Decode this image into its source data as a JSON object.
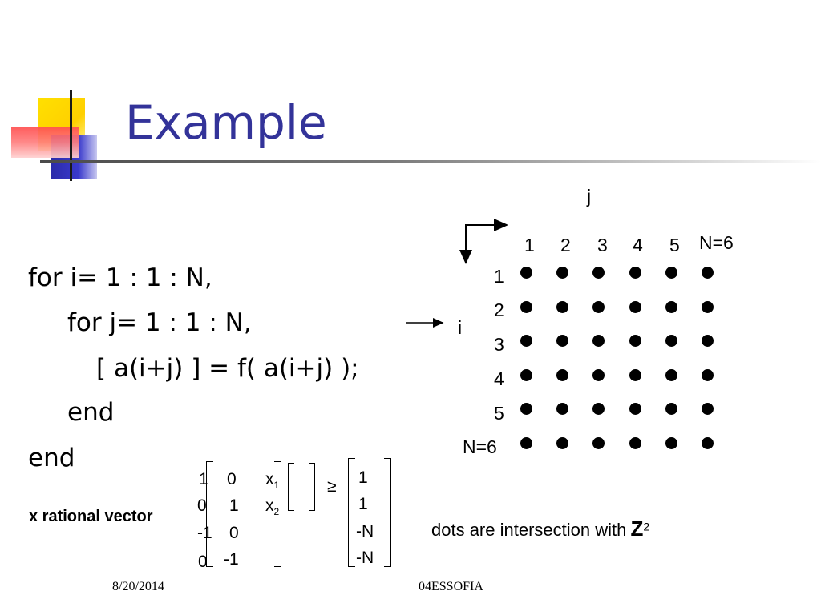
{
  "slide": {
    "title": "Example",
    "code_lines": [
      "for i= 1 : 1 : N,",
      "for j= 1 : 1 : N,",
      "[ a(i+j) ] = f( a(i+j) );",
      "end",
      "end"
    ]
  },
  "grid": {
    "axis_j": "j",
    "axis_i": "i",
    "col_labels": [
      "1",
      "2",
      "3",
      "4",
      "5",
      "N=6"
    ],
    "row_labels": [
      "1",
      "2",
      "3",
      "4",
      "5",
      "N=6"
    ],
    "rows": 6,
    "cols": 6
  },
  "inequality": {
    "label": "x rational vector",
    "matrix_rows": [
      [
        "1",
        "0"
      ],
      [
        "0",
        "1"
      ],
      [
        "-1",
        "0"
      ],
      [
        "0",
        "-1"
      ]
    ],
    "x_vector": [
      "x",
      "x"
    ],
    "x_subscripts": [
      "1",
      "2"
    ],
    "relation": "≥",
    "rhs": [
      "1",
      "1",
      "-N",
      "-N"
    ]
  },
  "caption": {
    "text": "dots are intersection with",
    "set": "Z",
    "power": "2"
  },
  "footer": {
    "date": "8/20/2014",
    "id": "04ESSOFIA"
  }
}
